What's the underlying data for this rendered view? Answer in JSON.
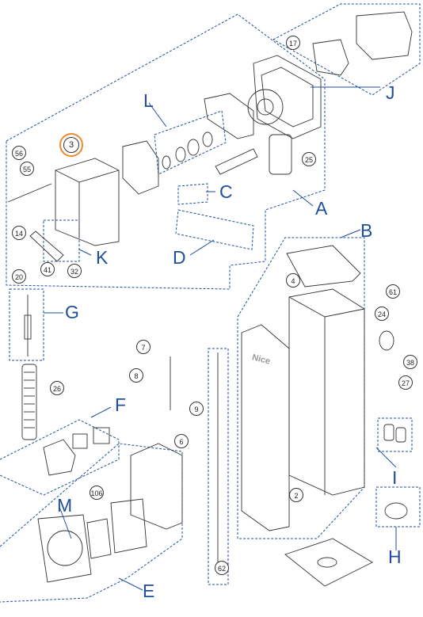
{
  "diagram": {
    "accent_color": "#1f4f9c",
    "highlight_color": "#f08a2a",
    "group_labels": {
      "A": "A",
      "B": "B",
      "C": "C",
      "D": "D",
      "E": "E",
      "F": "F",
      "G": "G",
      "H": "H",
      "I": "I",
      "J": "J",
      "K": "K",
      "L": "L",
      "M": "M"
    },
    "part_numbers": {
      "p2": "2",
      "p3": "3",
      "p4": "4",
      "p6": "6",
      "p7": "7",
      "p8": "8",
      "p9": "9",
      "p14": "14",
      "p17": "17",
      "p20": "20",
      "p24": "24",
      "p25": "25",
      "p26": "26",
      "p27": "27",
      "p32": "32",
      "p38": "38",
      "p41": "41",
      "p55": "55",
      "p56": "56",
      "p61": "61",
      "p62": "62",
      "p106": "106"
    },
    "highlighted_part": "3",
    "brand_text": "Nice"
  }
}
